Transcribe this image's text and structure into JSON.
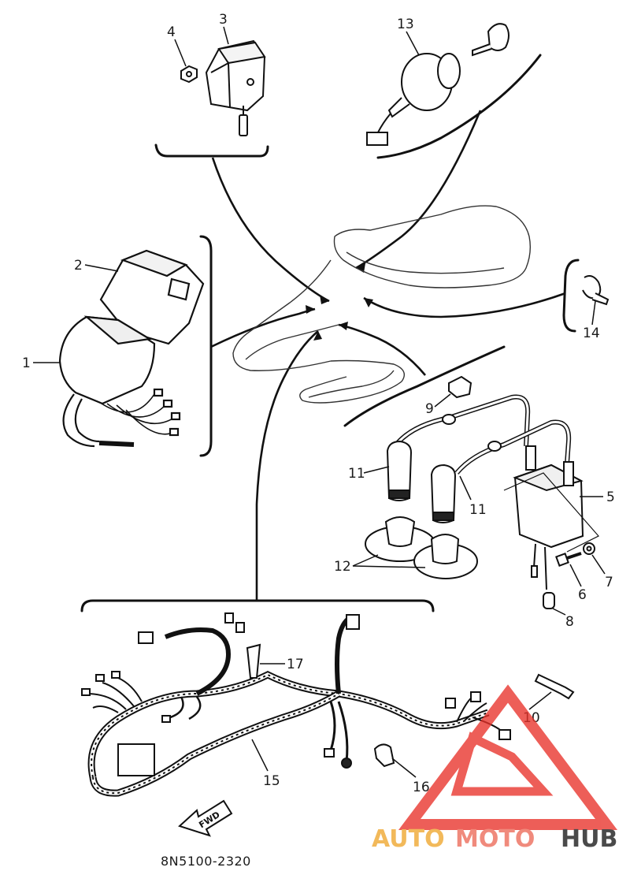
{
  "diagram": {
    "callouts": {
      "c1": "1",
      "c2": "2",
      "c3": "3",
      "c4": "4",
      "c5": "5",
      "c6": "6",
      "c7": "7",
      "c8": "8",
      "c9": "9",
      "c10": "10",
      "c11a": "11",
      "c11b": "11",
      "c12": "12",
      "c13": "13",
      "c14": "14",
      "c15": "15",
      "c16": "16",
      "c17": "17"
    },
    "fwd_label": "FWD",
    "drawing_code": "8N5100-2320"
  },
  "watermark": {
    "part1": "AUTO",
    "part2": "MOTO",
    "part3": "HUB",
    "color_1": "#f2b95a",
    "color_2": "#f08a7c",
    "color_3": "#4a4a4a",
    "logo_color": "#e8322a"
  }
}
